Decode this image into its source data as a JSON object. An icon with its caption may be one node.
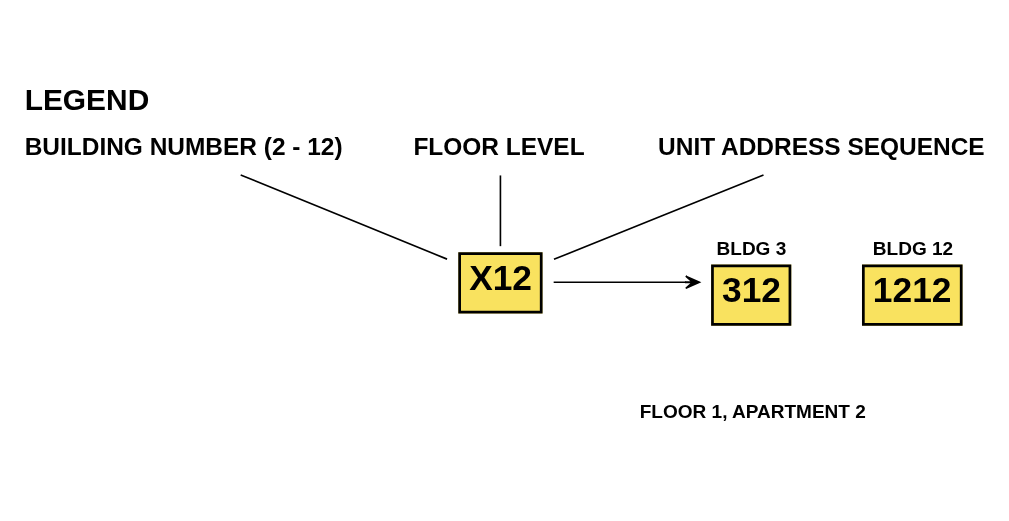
{
  "diagram": {
    "title": "LEGEND",
    "nodes": [
      {
        "text": [
          "BUILDING NUMBER (2 - 12)"
        ]
      },
      {
        "text": [
          "FLOOR LEVEL"
        ]
      },
      {
        "text": [
          "UNIT ADDRESS SEQUENCE"
        ]
      },
      {
        "text": [
          "X12"
        ]
      },
      {
        "text": [
          "312"
        ],
        "beside": [
          "BLDG 3"
        ]
      },
      {
        "text": [
          "1212"
        ],
        "beside": [
          "BLDG 12"
        ]
      }
    ],
    "edges": [
      {
        "from": 0,
        "to": 3,
        "arrow": "none"
      },
      {
        "from": 1,
        "to": 3,
        "arrow": "none"
      },
      {
        "from": 2,
        "to": 3,
        "arrow": "none"
      },
      {
        "from": 3,
        "to": 4,
        "arrow": "to"
      }
    ],
    "labels": [
      "FLOOR 1, APARTMENT 2"
    ]
  }
}
